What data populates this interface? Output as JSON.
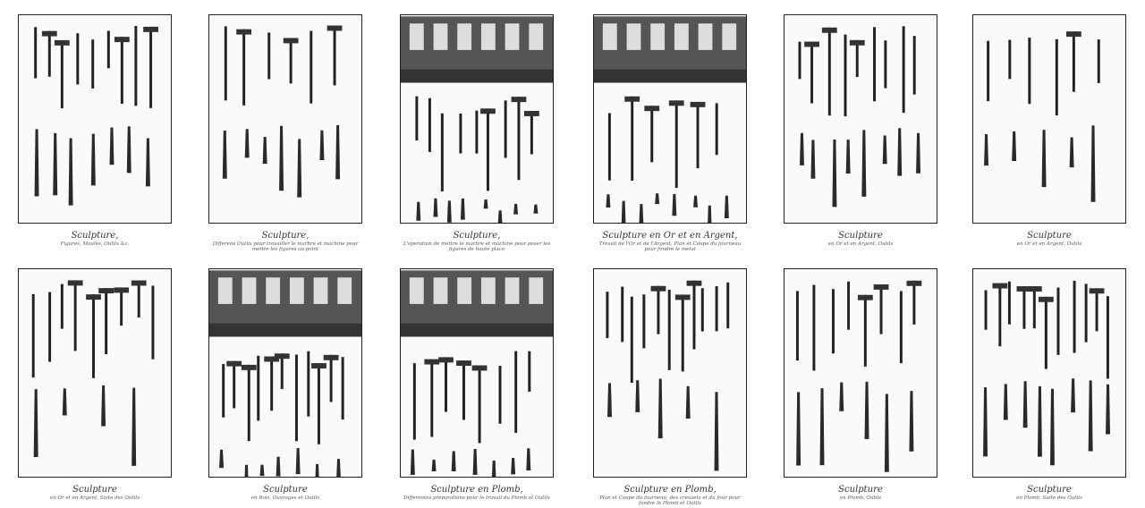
{
  "plates": [
    {
      "title": "Sculpture,",
      "subtitle": "Figures, Moules, Outils &c.",
      "scene": false
    },
    {
      "title": "Sculpture,",
      "subtitle": "Differens Outils pour travailler le marbre et machine pour mettre les figures au point",
      "scene": false
    },
    {
      "title": "Sculpture,",
      "subtitle": "L'operation de mettre le marbre et machine pour poser les figures de haute place",
      "scene": true
    },
    {
      "title": "Sculpture en Or et en Argent,",
      "subtitle": "Travail de l'Or et de l'Argent, Plan et Coupe du fourneau pour fondre le metal",
      "scene": true
    },
    {
      "title": "Sculpture",
      "subtitle": "en Or et en Argent, Outils",
      "scene": false
    },
    {
      "title": "Sculpture",
      "subtitle": "en Or et en Argent, Outils",
      "scene": false
    },
    {
      "title": "Sculpture",
      "subtitle": "en Or et en Argent, Suite des Outils",
      "scene": false
    },
    {
      "title": "Sculpture",
      "subtitle": "en Bois, Ouvrages et Outils",
      "scene": true
    },
    {
      "title": "Sculpture en Plomb,",
      "subtitle": "Differentes preparations pour le travail du Plomb et Outils",
      "scene": true
    },
    {
      "title": "Sculpture en Plomb,",
      "subtitle": "Plan et Coupe du fourneau, des creusets et du four pour fondre le Plomb et Outils",
      "scene": false
    },
    {
      "title": "Sculpture",
      "subtitle": "en Plomb, Outils",
      "scene": false
    },
    {
      "title": "Sculpture",
      "subtitle": "en Plomb, Suite des Outils",
      "scene": false
    }
  ]
}
